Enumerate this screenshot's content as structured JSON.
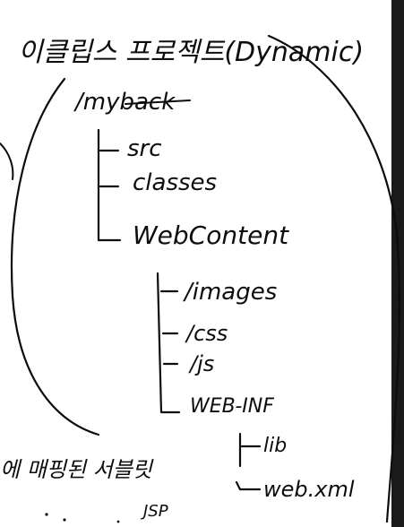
{
  "title": "이클립스 프로젝트(Dynamic)",
  "tree": {
    "root": "/myback",
    "children": [
      "src",
      "classes",
      "WebContent"
    ],
    "webcontent_children": [
      "/images",
      "/css",
      "/js",
      "WEB-INF"
    ],
    "webinf_children": [
      "lib",
      "web.xml"
    ]
  },
  "bottom_note": {
    "text": "에 매핑된 서블릿",
    "sub": "JSP"
  },
  "colors": {
    "ink": "#0d0d0d",
    "paper": "#ffffff"
  }
}
